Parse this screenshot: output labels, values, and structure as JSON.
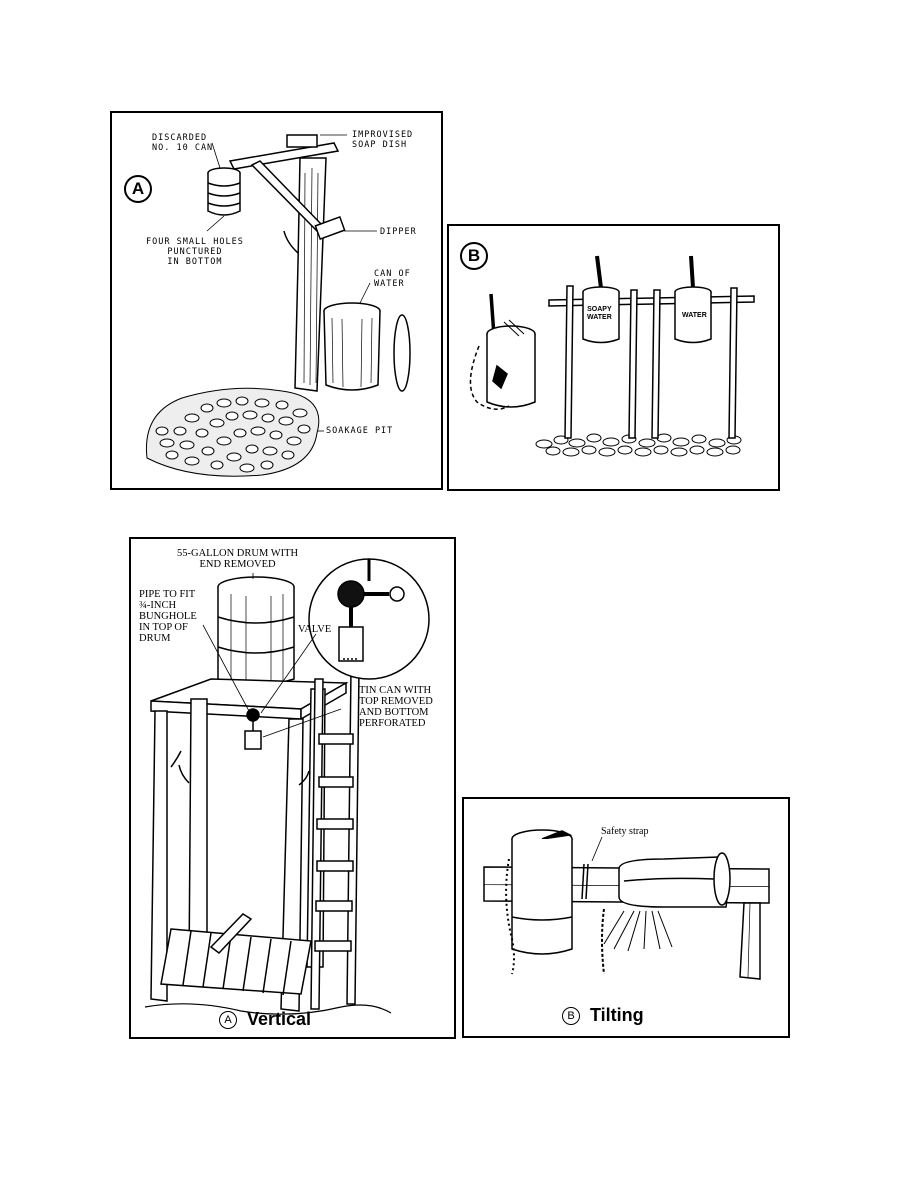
{
  "handwash_figure": {
    "panel_a": {
      "badge": "A",
      "labels": {
        "discarded_can": "DISCARDED\nNO. 10 CAN",
        "soap_dish": "IMPROVISED\nSOAP DISH",
        "holes": "FOUR SMALL HOLES\nPUNCTURED\nIN BOTTOM",
        "dipper": "DIPPER",
        "can_of_water": "CAN OF\nWATER",
        "soakage_pit": "SOAKAGE PIT"
      }
    },
    "panel_b": {
      "badge": "B",
      "labels": {
        "soapy_water": "SOAPY\nWATER",
        "water": "WATER"
      }
    }
  },
  "shower_figure": {
    "vertical": {
      "labels": {
        "drum": "55-GALLON DRUM WITH\nEND REMOVED",
        "pipe": "PIPE TO FIT\n¾-INCH\nBUNGHOLE\nIN TOP OF\nDRUM",
        "valve": "VALVE",
        "tin_can": "TIN CAN WITH\nTOP REMOVED\nAND BOTTOM\nPERFORATED"
      },
      "caption_letter": "A",
      "caption_text": "Vertical"
    },
    "tilting": {
      "labels": {
        "safety_strap": "Safety strap"
      },
      "caption_letter": "B",
      "caption_text": "Tilting"
    }
  }
}
